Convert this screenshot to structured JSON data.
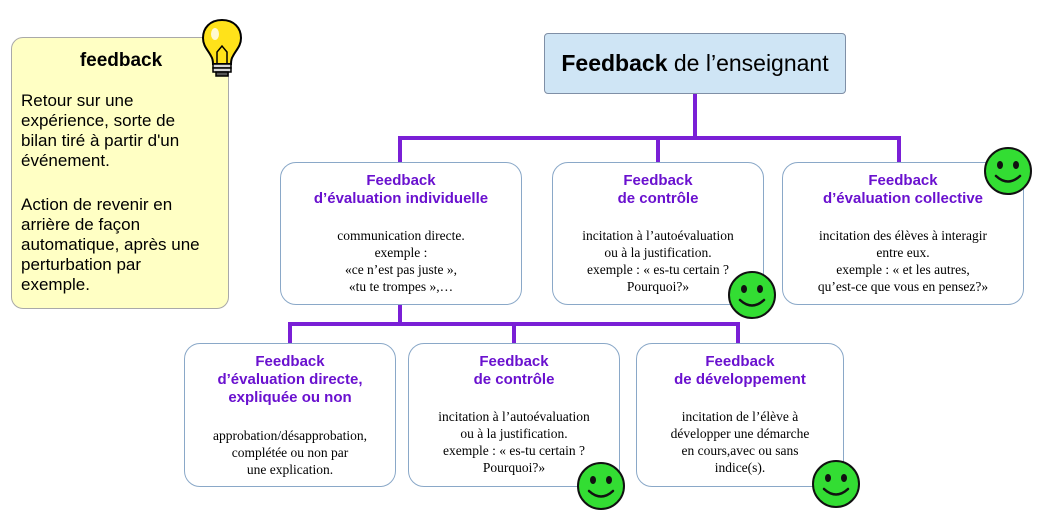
{
  "definition": {
    "title": "feedback",
    "paragraph_1": [
      "Retour sur une",
      "expérience, sorte de",
      "bilan tiré à partir d'un",
      "événement."
    ],
    "paragraph_2": [
      "Action de revenir en",
      "arrière de façon",
      "automatique, après une",
      "perturbation par",
      "exemple."
    ],
    "icon": "lightbulb-icon"
  },
  "root": {
    "bold": "Feedback",
    "rest": " de l’enseignant"
  },
  "level1": [
    {
      "title": [
        "Feedback",
        "d’évaluation individuelle"
      ],
      "body": [
        "communication directe.",
        "exemple :",
        "«ce n’est pas juste »,",
        "«tu te trompes »,…"
      ]
    },
    {
      "title": [
        "Feedback",
        "de contrôle"
      ],
      "body": [
        "incitation à l’autoévaluation",
        "ou à la justification.",
        "exemple : « es-tu certain ?",
        "Pourquoi?»"
      ],
      "icon": "smiley-icon"
    },
    {
      "title": [
        "Feedback",
        "d’évaluation collective"
      ],
      "body": [
        "incitation des élèves à interagir",
        "entre eux.",
        "exemple : « et les autres,",
        "qu’est-ce que vous en pensez?»"
      ],
      "icon": "smiley-icon"
    }
  ],
  "level2": [
    {
      "title": [
        "Feedback",
        "d’évaluation directe,",
        "expliquée ou non"
      ],
      "body": [
        "approbation/désapprobation,",
        "complétée ou non par",
        "une explication."
      ]
    },
    {
      "title": [
        "Feedback",
        "de contrôle"
      ],
      "body": [
        "incitation à l’autoévaluation",
        "ou à la justification.",
        "exemple : « es-tu certain ?",
        "Pourquoi?»"
      ],
      "icon": "smiley-icon"
    },
    {
      "title": [
        "Feedback",
        "de développement"
      ],
      "body": [
        "incitation de l’élève à",
        "développer une démarche",
        "en cours,avec ou sans",
        "indice(s)."
      ],
      "icon": "smiley-icon"
    }
  ],
  "colors": {
    "connector": "#7a1fd6",
    "title_text": "#6a11cf",
    "root_fill": "#cfe5f5",
    "note_fill": "#ffffc4",
    "smiley_fill": "#33dd33"
  }
}
